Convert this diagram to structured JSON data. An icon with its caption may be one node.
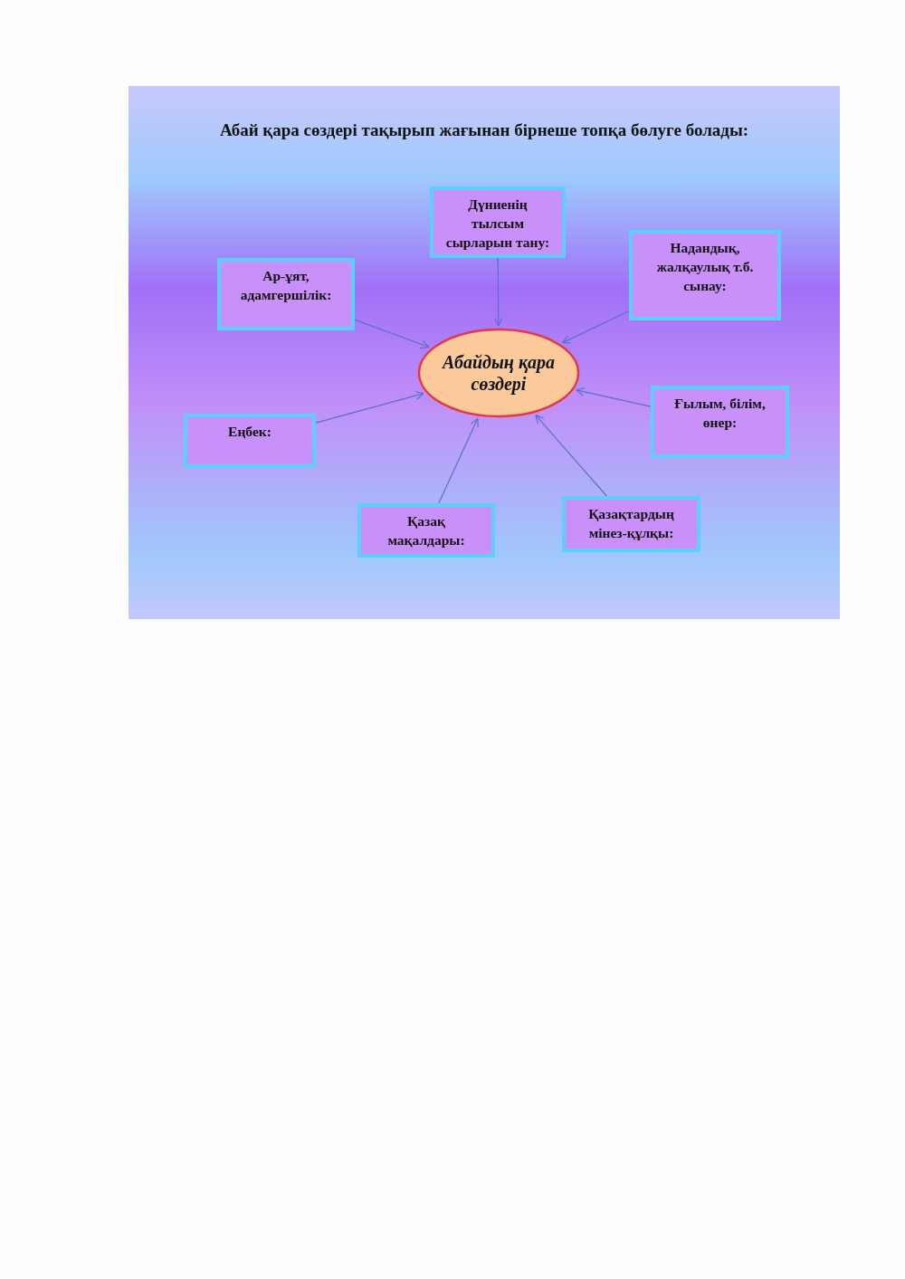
{
  "diagram": {
    "title": "Абай қара сөздері тақырып жағынан бірнеше топқа бөлуге болады:",
    "nodes": [
      {
        "text": [
          "Дүниенің тылсым сырларын тану:"
        ]
      },
      {
        "text": [
          "Надандық, жалқаулық т.б. сынау:"
        ]
      },
      {
        "text": [
          "Ар-ұят, адамгершілік:"
        ]
      },
      {
        "text": [
          "Абайдың қара сөздері"
        ]
      },
      {
        "text": [
          "Ғылым, білім, өнер:"
        ]
      },
      {
        "text": [
          "Еңбек:"
        ]
      },
      {
        "text": [
          "Қазақтардың мінез-құлқы:"
        ]
      },
      {
        "text": [
          "Қазақ мақалдары:"
        ]
      }
    ],
    "edges": [
      {
        "from": 0,
        "to": 3,
        "arrow": "to"
      },
      {
        "from": 1,
        "to": 3,
        "arrow": "to"
      },
      {
        "from": 2,
        "to": 3,
        "arrow": "to"
      },
      {
        "from": 4,
        "to": 3,
        "arrow": "to"
      },
      {
        "from": 5,
        "to": 3,
        "arrow": "to"
      },
      {
        "from": 6,
        "to": 3,
        "arrow": "to"
      },
      {
        "from": 7,
        "to": 3,
        "arrow": "to"
      }
    ]
  }
}
